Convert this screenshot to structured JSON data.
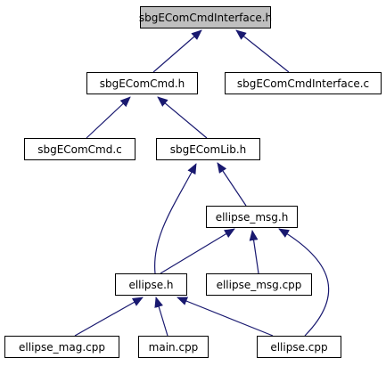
{
  "colors": {
    "edge": "#191970",
    "root_fill": "#bfbfbf",
    "node_fill": "#ffffff",
    "border": "#000000"
  },
  "nodes": [
    {
      "id": "sbgEComCmdInterface_h",
      "label": "sbgEComCmdInterface.h",
      "highlighted": true
    },
    {
      "id": "sbgEComCmd_h",
      "label": "sbgEComCmd.h"
    },
    {
      "id": "sbgEComCmdInterface_c",
      "label": "sbgEComCmdInterface.c"
    },
    {
      "id": "sbgEComCmd_c",
      "label": "sbgEComCmd.c"
    },
    {
      "id": "sbgEComLib_h",
      "label": "sbgEComLib.h"
    },
    {
      "id": "ellipse_msg_h",
      "label": "ellipse_msg.h"
    },
    {
      "id": "ellipse_h",
      "label": "ellipse.h"
    },
    {
      "id": "ellipse_msg_cpp",
      "label": "ellipse_msg.cpp"
    },
    {
      "id": "ellipse_mag_cpp",
      "label": "ellipse_mag.cpp"
    },
    {
      "id": "main_cpp",
      "label": "main.cpp"
    },
    {
      "id": "ellipse_cpp",
      "label": "ellipse.cpp"
    }
  ],
  "edges": [
    {
      "from": "sbgEComCmd_h",
      "to": "sbgEComCmdInterface_h"
    },
    {
      "from": "sbgEComCmdInterface_c",
      "to": "sbgEComCmdInterface_h"
    },
    {
      "from": "sbgEComCmd_c",
      "to": "sbgEComCmd_h"
    },
    {
      "from": "sbgEComLib_h",
      "to": "sbgEComCmd_h"
    },
    {
      "from": "ellipse_msg_h",
      "to": "sbgEComLib_h"
    },
    {
      "from": "ellipse_h",
      "to": "sbgEComLib_h"
    },
    {
      "from": "ellipse_h",
      "to": "ellipse_msg_h"
    },
    {
      "from": "ellipse_msg_cpp",
      "to": "ellipse_msg_h"
    },
    {
      "from": "ellipse_cpp",
      "to": "ellipse_msg_h"
    },
    {
      "from": "ellipse_mag_cpp",
      "to": "ellipse_h"
    },
    {
      "from": "main_cpp",
      "to": "ellipse_h"
    },
    {
      "from": "ellipse_cpp",
      "to": "ellipse_h"
    }
  ]
}
